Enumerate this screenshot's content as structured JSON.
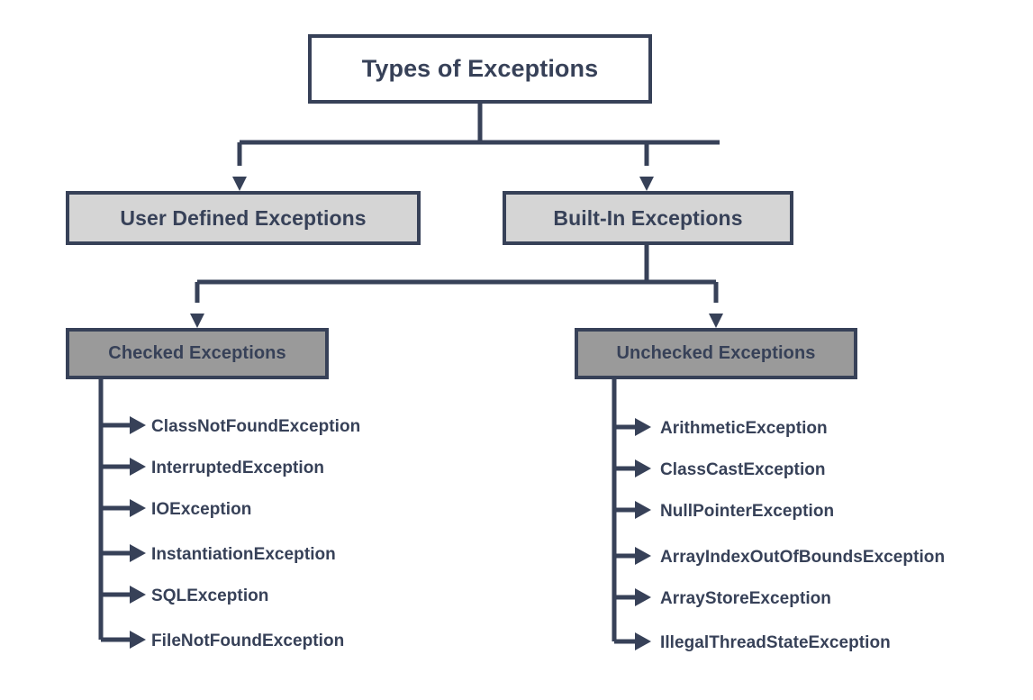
{
  "diagram": {
    "title": "Types of Exceptions",
    "type": "hierarchy-tree",
    "colors": {
      "line": "#374158",
      "text": "#374158",
      "root_fill": "#ffffff",
      "level2_fill": "#d5d5d5",
      "level3_fill": "#9a9a9a",
      "background": "#ffffff"
    },
    "root": {
      "label": "Types of Exceptions"
    },
    "level2": [
      {
        "label": "User Defined Exceptions"
      },
      {
        "label": "Built-In Exceptions"
      }
    ],
    "level3": [
      {
        "label": "Checked Exceptions"
      },
      {
        "label": "Unchecked Exceptions"
      }
    ],
    "checked_exceptions": [
      "ClassNotFoundException",
      "InterruptedException",
      "IOException",
      "InstantiationException",
      "SQLException",
      "FileNotFoundException"
    ],
    "unchecked_exceptions": [
      "ArithmeticException",
      "ClassCastException",
      "NullPointerException",
      "ArrayIndexOutOfBoundsException",
      "ArrayStoreException",
      "IllegalThreadStateException"
    ]
  }
}
